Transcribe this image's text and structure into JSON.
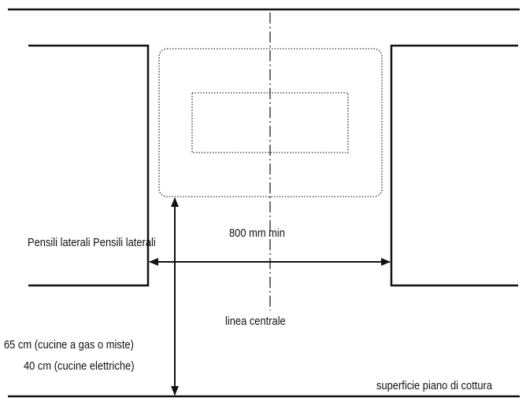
{
  "labels": {
    "side_cabinets": "Pensili laterali Pensili laterali",
    "min_width": "800 mm min",
    "centerline": "linea centrale",
    "height_gas": "65 cm (cucine a gas o miste)",
    "height_electric": "40 cm (cucine elettriche)",
    "cooktop_surface": "superficie piano di cottura"
  },
  "colors": {
    "line": "#111111",
    "dotted": "#555555"
  }
}
